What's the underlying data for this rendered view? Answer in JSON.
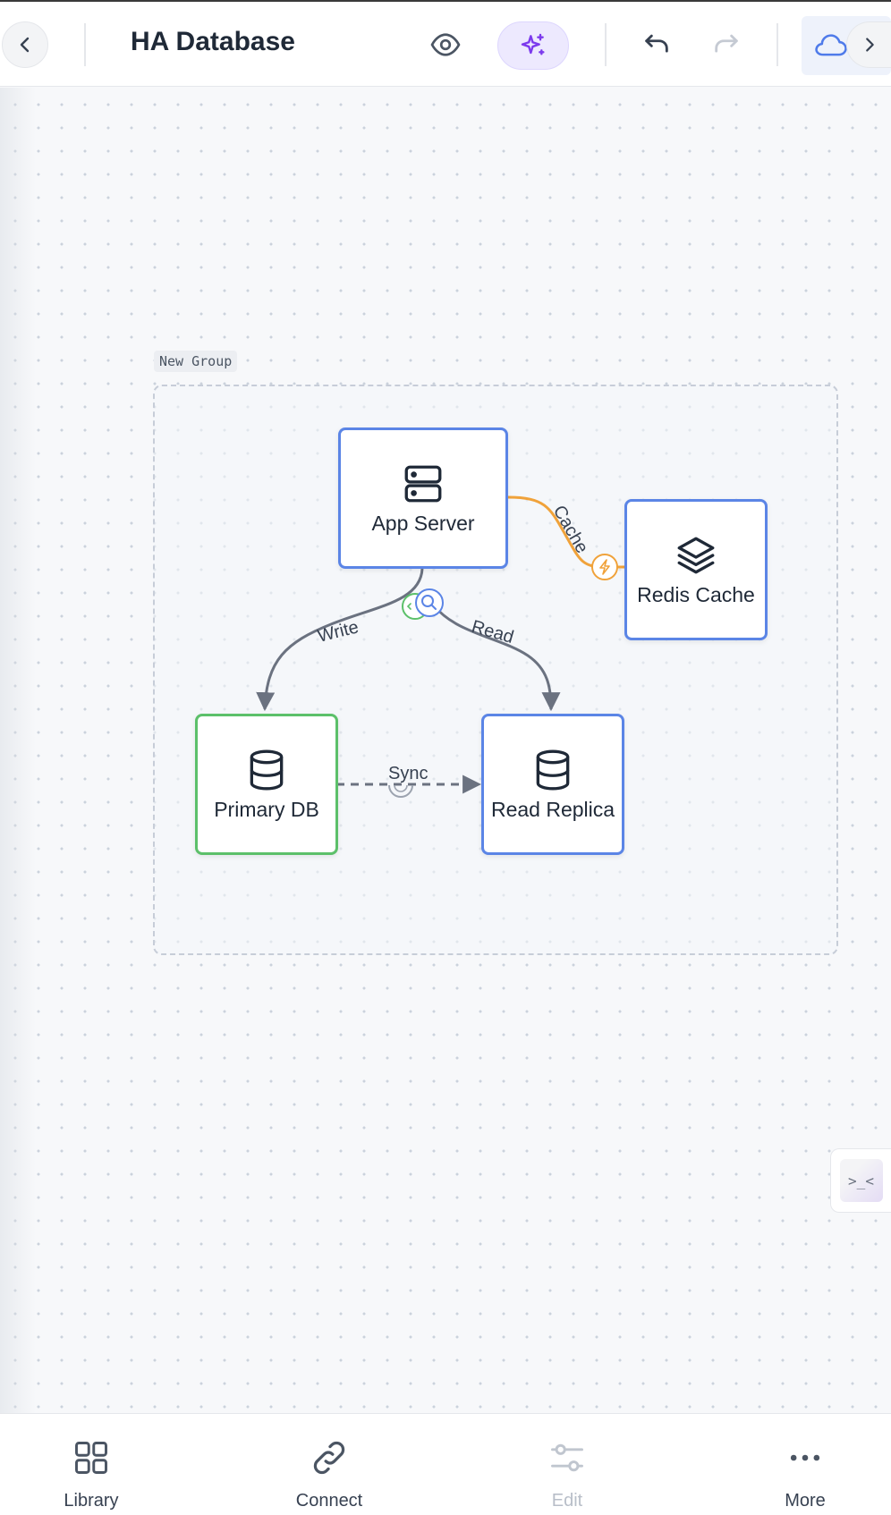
{
  "toolbar": {
    "back_icon": "chevron-left-icon",
    "title": "HA Database",
    "preview_icon": "eye-icon",
    "ai_icon": "sparkles-icon",
    "undo_icon": "undo-icon",
    "redo_icon": "redo-icon",
    "cloud_icon": "cloud-icon",
    "scroll_right_icon": "chevron-right-icon",
    "accent_color": "#7c3aed"
  },
  "canvas": {
    "group": {
      "label": "New Group"
    },
    "nodes": {
      "app_server": {
        "label": "App Server",
        "icon": "server-icon"
      },
      "redis_cache": {
        "label": "Redis Cache",
        "icon": "layers-icon"
      },
      "primary_db": {
        "label": "Primary DB",
        "icon": "database-icon"
      },
      "read_replica": {
        "label": "Read Replica",
        "icon": "database-icon"
      }
    },
    "edges": {
      "cache": {
        "label": "Cache",
        "color": "#f0a23a",
        "icon": "bolt-icon"
      },
      "write": {
        "label": "Write",
        "icon": "code-icon"
      },
      "read": {
        "label": "Read",
        "icon": "search-icon"
      },
      "sync": {
        "label": "Sync",
        "icon": "sync-icon"
      }
    },
    "terminal_toggle_icon": "terminal-icon"
  },
  "bottom_nav": {
    "library": {
      "label": "Library",
      "icon": "grid-icon"
    },
    "connect": {
      "label": "Connect",
      "icon": "link-icon"
    },
    "edit": {
      "label": "Edit",
      "icon": "sliders-icon"
    },
    "more": {
      "label": "More",
      "icon": "more-icon"
    }
  }
}
